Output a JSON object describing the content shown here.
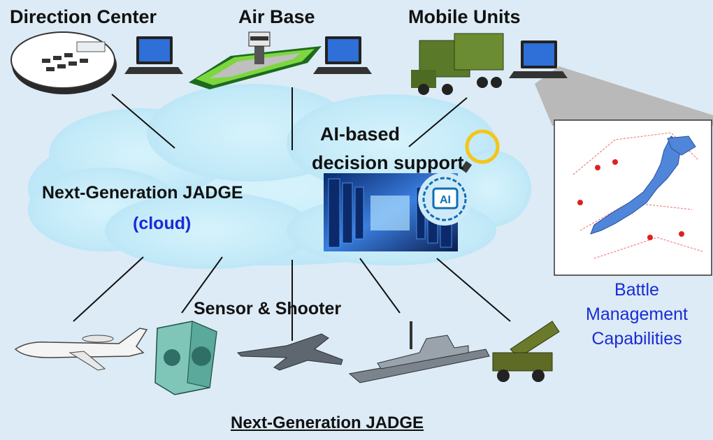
{
  "nodes": {
    "direction_center": "Direction Center",
    "air_base": "Air Base",
    "mobile_units": "Mobile Units"
  },
  "cloud": {
    "title": "Next-Generation JADGE",
    "subtitle": "(cloud)",
    "ai_label_1": "AI-based",
    "ai_label_2": "decision support",
    "ai_chip_text": "AI"
  },
  "sensor_shooter": "Sensor & Shooter",
  "battle_management": {
    "line1": "Battle",
    "line2": "Management",
    "line3": "Capabilities"
  },
  "caption": "Next-Generation JADGE",
  "colors": {
    "background": "#dcebf5",
    "cloud": "#c8ecf9",
    "label_blue": "#1a2bd6",
    "japan_map": "#4f86d9"
  }
}
